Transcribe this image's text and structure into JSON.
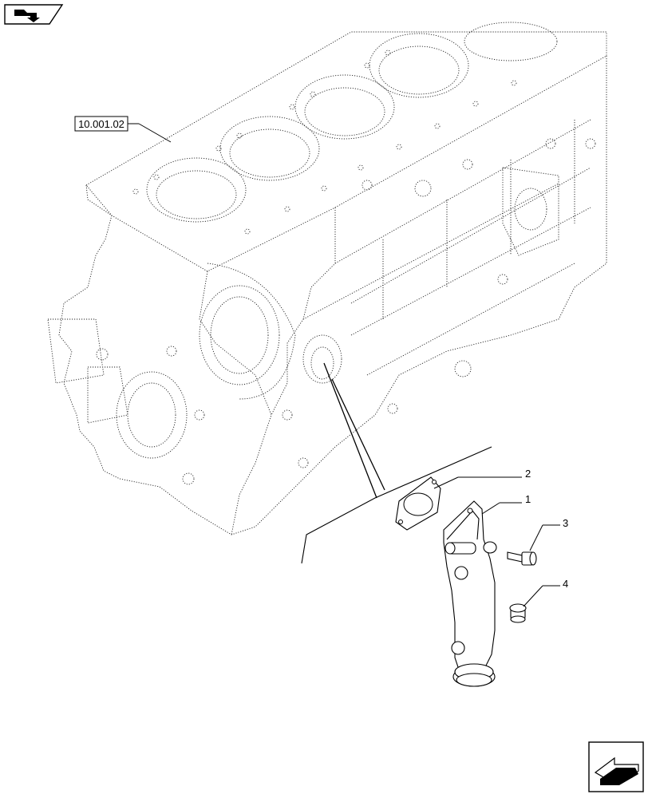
{
  "diagram": {
    "reference_label": "10.001.02",
    "callouts": [
      {
        "number": "1",
        "part": "water-outlet-pipe"
      },
      {
        "number": "2",
        "part": "gasket"
      },
      {
        "number": "3",
        "part": "bolt"
      },
      {
        "number": "4",
        "part": "plug"
      }
    ]
  },
  "icons": {
    "top_left": "book-arrow-icon",
    "bottom_right": "next-page-arrow-icon"
  }
}
